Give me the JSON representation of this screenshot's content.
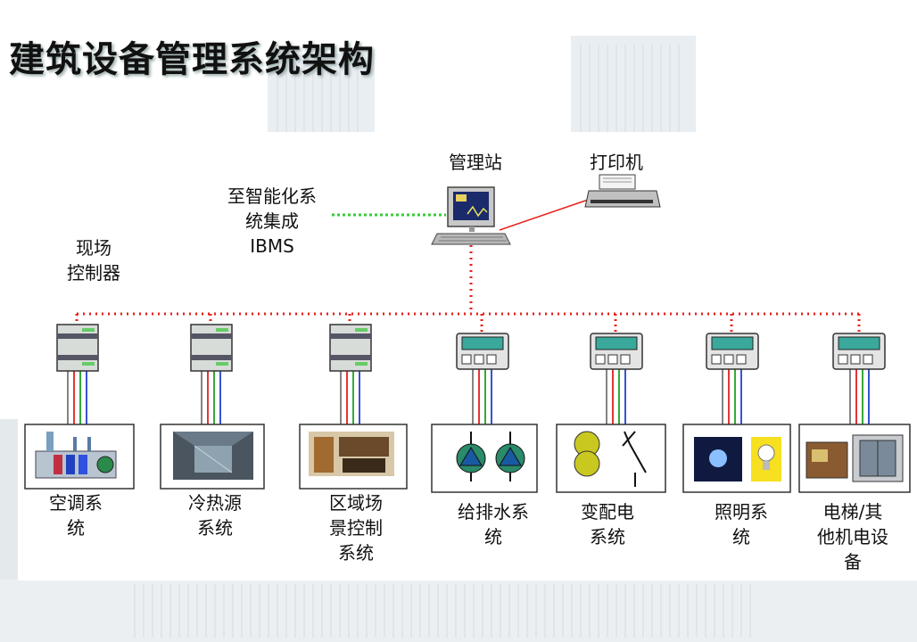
{
  "title": "建筑设备管理系统架构",
  "management_station": "管理站",
  "printer": "打印机",
  "ibms": [
    "至智能化系",
    "统集成",
    "IBMS"
  ],
  "field_controller": [
    "现场",
    "控制器"
  ],
  "subsystems": [
    {
      "lines": [
        "空调系",
        "统"
      ]
    },
    {
      "lines": [
        "冷热源",
        "系统"
      ]
    },
    {
      "lines": [
        "区域场",
        "景控制",
        "系统"
      ]
    },
    {
      "lines": [
        "给排水系",
        "统"
      ]
    },
    {
      "lines": [
        "变配电",
        "系统"
      ]
    },
    {
      "lines": [
        "照明系",
        "统"
      ]
    },
    {
      "lines": [
        "电梯/其",
        "他机电设",
        "备"
      ]
    }
  ],
  "colors": {
    "bus": "#e8201c",
    "ibms_link": "#33cc33",
    "wire_red": "#e02020",
    "wire_green": "#20a020",
    "wire_blue": "#2040d0"
  }
}
